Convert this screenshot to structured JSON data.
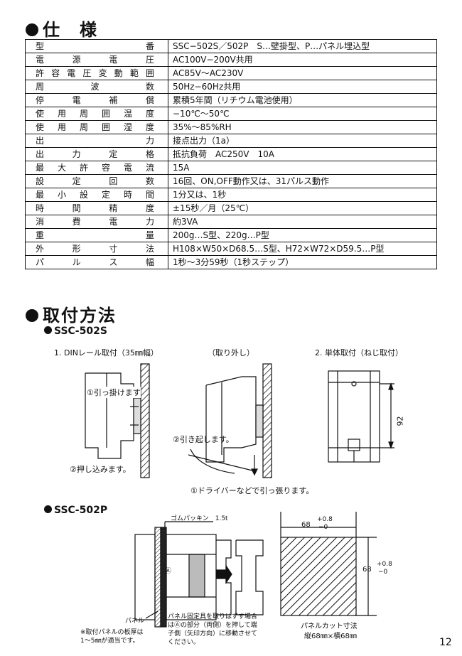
{
  "spec_heading": "仕　様",
  "spec_rows": [
    {
      "label": "型番",
      "value": "SSC−502S／502P　S…壁掛型、P…パネル埋込型"
    },
    {
      "label": "電源電圧",
      "value": "AC100V−200V共用"
    },
    {
      "label": "許容電圧変動範囲",
      "value": "AC85V〜AC230V"
    },
    {
      "label": "周波数",
      "value": "50Hz−60Hz共用"
    },
    {
      "label": "停電補償",
      "value": "累積5年間（リチウム電池使用）"
    },
    {
      "label": "使用周囲温度",
      "value": "−10℃〜50℃"
    },
    {
      "label": "使用周囲湿度",
      "value": "35%〜85%RH"
    },
    {
      "label": "出力",
      "value": "接点出力（1a）"
    },
    {
      "label": "出力定格",
      "value": "抵抗負荷　AC250V　10A"
    },
    {
      "label": "最大許容電流",
      "value": "15A"
    },
    {
      "label": "設定回数",
      "value": "16回、ON,OFF動作又は、31パルス動作"
    },
    {
      "label": "最小設定時間",
      "value": "1分又は、1秒"
    },
    {
      "label": "時間精度",
      "value": "±15秒／月（25℃）"
    },
    {
      "label": "消費電力",
      "value": "約3VA"
    },
    {
      "label": "重量",
      "value": "200g…S型、220g…P型"
    },
    {
      "label": "外形寸法",
      "value": "H108×W50×D68.5…S型、H72×W72×D59.5…P型"
    },
    {
      "label": "パルス幅",
      "value": "1秒〜3分59秒（1秒ステップ）"
    }
  ],
  "mounting_heading": "取付方法",
  "s_model": "SSC‑502S",
  "s_din_caption": "1. DINレール取付（35㎜幅）",
  "s_remove_caption": "（取り外し）",
  "s_single_caption": "2. 単体取付（ねじ取付）",
  "s_hook": "①引っ掛けます",
  "s_push": "②押し込みます。",
  "s_lift": "②引き起します。",
  "s_pull": "①ドライバーなどで引っ張ります。",
  "s_dim_92": "92",
  "p_model": "SSC‑502P",
  "p_gasket": "ゴムパッキン　1.5t",
  "p_marker": "Ⓐ",
  "p_panel": "パネル",
  "p_thickness": "※取付パネルの板厚は\n1〜5㎜が適当です。",
  "p_fixture_note": "パネル固定具を取りはずす場合\nはⒶの部分（両側）を押して端\n子側（矢印方向）に移動させて\nください。",
  "p_dim_68_top": "68",
  "p_tol_plus": "+0.8",
  "p_tol_minus": "−0",
  "p_dim_68_right": "68",
  "p_cutout_title": "パネルカット寸法",
  "p_cutout_size": "縦68㎜×横68㎜",
  "page_number": "12"
}
